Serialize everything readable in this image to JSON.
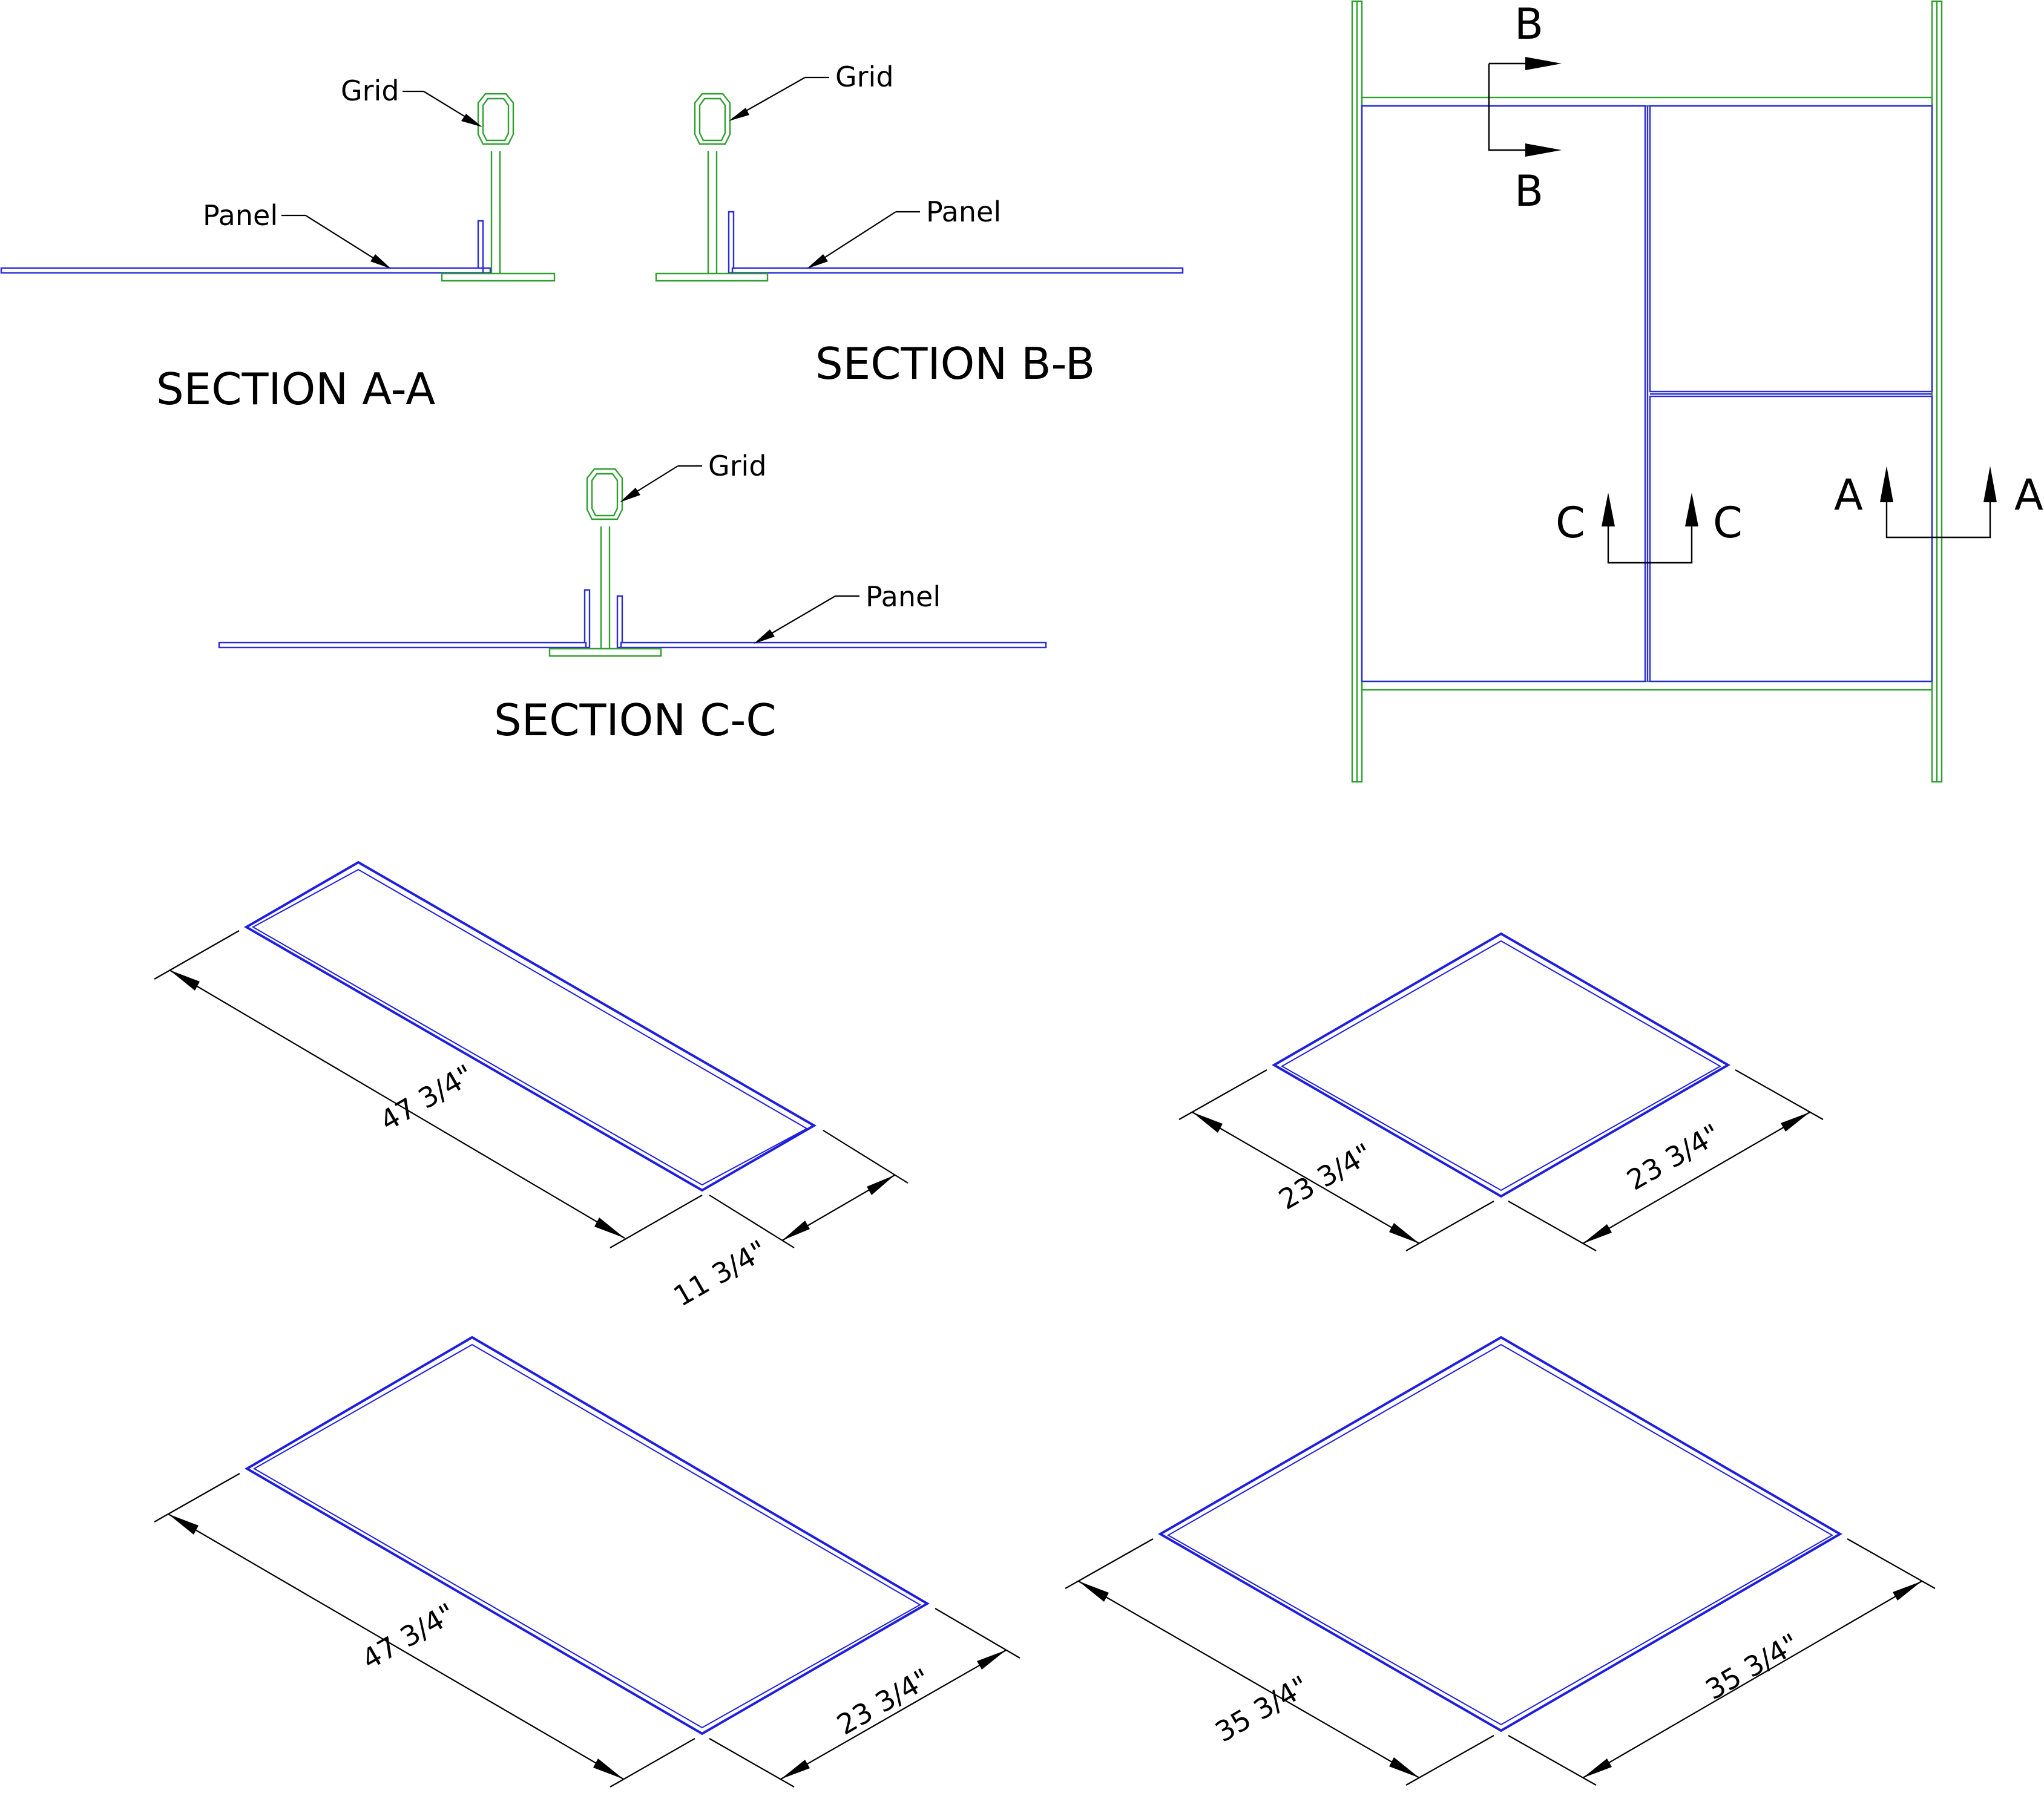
{
  "callouts": {
    "grid": "Grid",
    "panel": "Panel"
  },
  "sections": {
    "a": "SECTION A-A",
    "b": "SECTION B-B",
    "c": "SECTION C-C"
  },
  "plan_markers": {
    "a": "A",
    "b": "B",
    "c": "C"
  },
  "dimensions": {
    "panel1_length": "47 3/4\"",
    "panel1_width": "11 3/4\"",
    "panel2_side1": "23 3/4\"",
    "panel2_side2": "23 3/4\"",
    "panel3_length": "47 3/4\"",
    "panel3_width": "23 3/4\"",
    "panel4_side1": "35 3/4\"",
    "panel4_side2": "35 3/4\""
  },
  "colors": {
    "panel": "#2a2ad6",
    "grid": "#2f9e2f",
    "annotation": "#000000"
  }
}
